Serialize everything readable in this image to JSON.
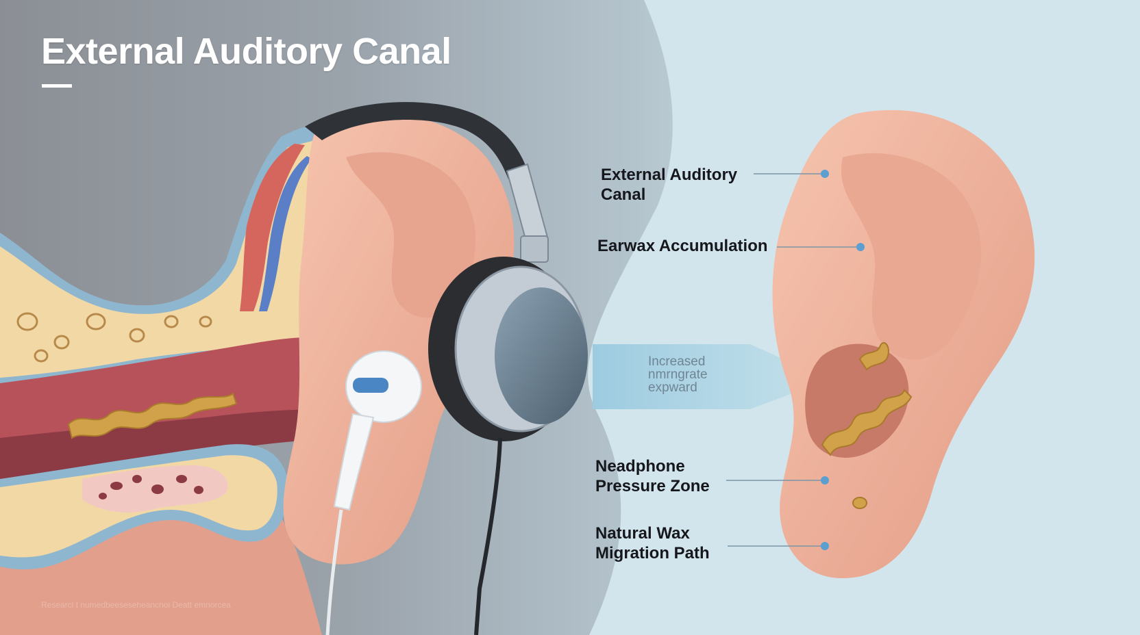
{
  "title": "External Auditory Canal",
  "callouts": [
    {
      "id": "canal",
      "lines": [
        "External Auditory",
        "Canal"
      ]
    },
    {
      "id": "earwax",
      "lines": [
        "Earwax Accumulation"
      ]
    },
    {
      "id": "pressure",
      "lines": [
        "Neadphone",
        "Pressure Zone"
      ]
    },
    {
      "id": "migration",
      "lines": [
        "Natural Wax",
        "Migration Path"
      ]
    }
  ],
  "arrow_text": [
    "Increased",
    "nmrngrate",
    "expward"
  ],
  "footnote": "Researcl t numedbeeseseheancnoi Deatt emnorcea",
  "colors": {
    "skin": "#f0b49e",
    "earwax": "#d2a24a",
    "callout_dot": "#5b9fd1",
    "headphone_band": "#2f3338",
    "headphone_cup": "#6b7f90",
    "arrow": "#a7cfe0"
  }
}
